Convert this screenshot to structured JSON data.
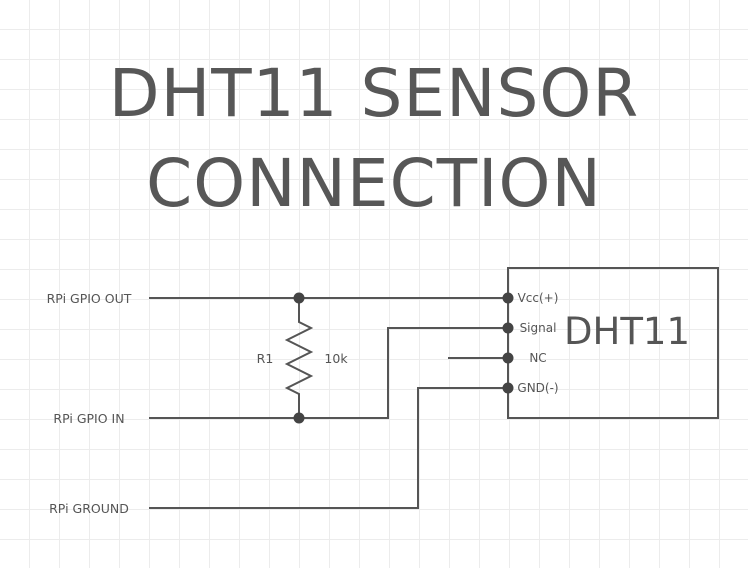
{
  "title": {
    "line1": "DHT11 SENSOR",
    "line2": "CONNECTION"
  },
  "rpi_pins": {
    "gpio_out": "RPi GPIO OUT",
    "gpio_in": "RPi GPIO IN",
    "ground": "RPi GROUND"
  },
  "resistor": {
    "designator": "R1",
    "value": "10k"
  },
  "sensor": {
    "name": "DHT11",
    "pins": [
      "Vcc(+)",
      "Signal",
      "NC",
      "GND(-)"
    ]
  },
  "colors": {
    "wire": "#555555",
    "text": "#575757",
    "grid": "#ececec"
  }
}
